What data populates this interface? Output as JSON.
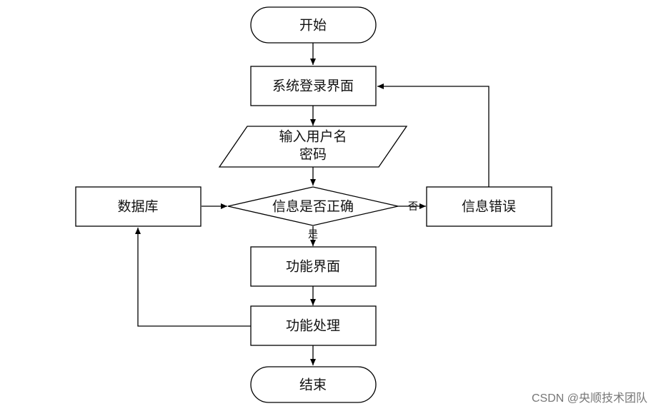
{
  "flowchart": {
    "start": "开始",
    "login": "系统登录界面",
    "input_line1": "输入用户名",
    "input_line2": "密码",
    "check": "信息是否正确",
    "database": "数据库",
    "error": "信息错误",
    "function_ui": "功能界面",
    "function_process": "功能处理",
    "end": "结束",
    "label_yes": "是",
    "label_no": "否"
  },
  "watermark": "CSDN @央顺技术团队"
}
